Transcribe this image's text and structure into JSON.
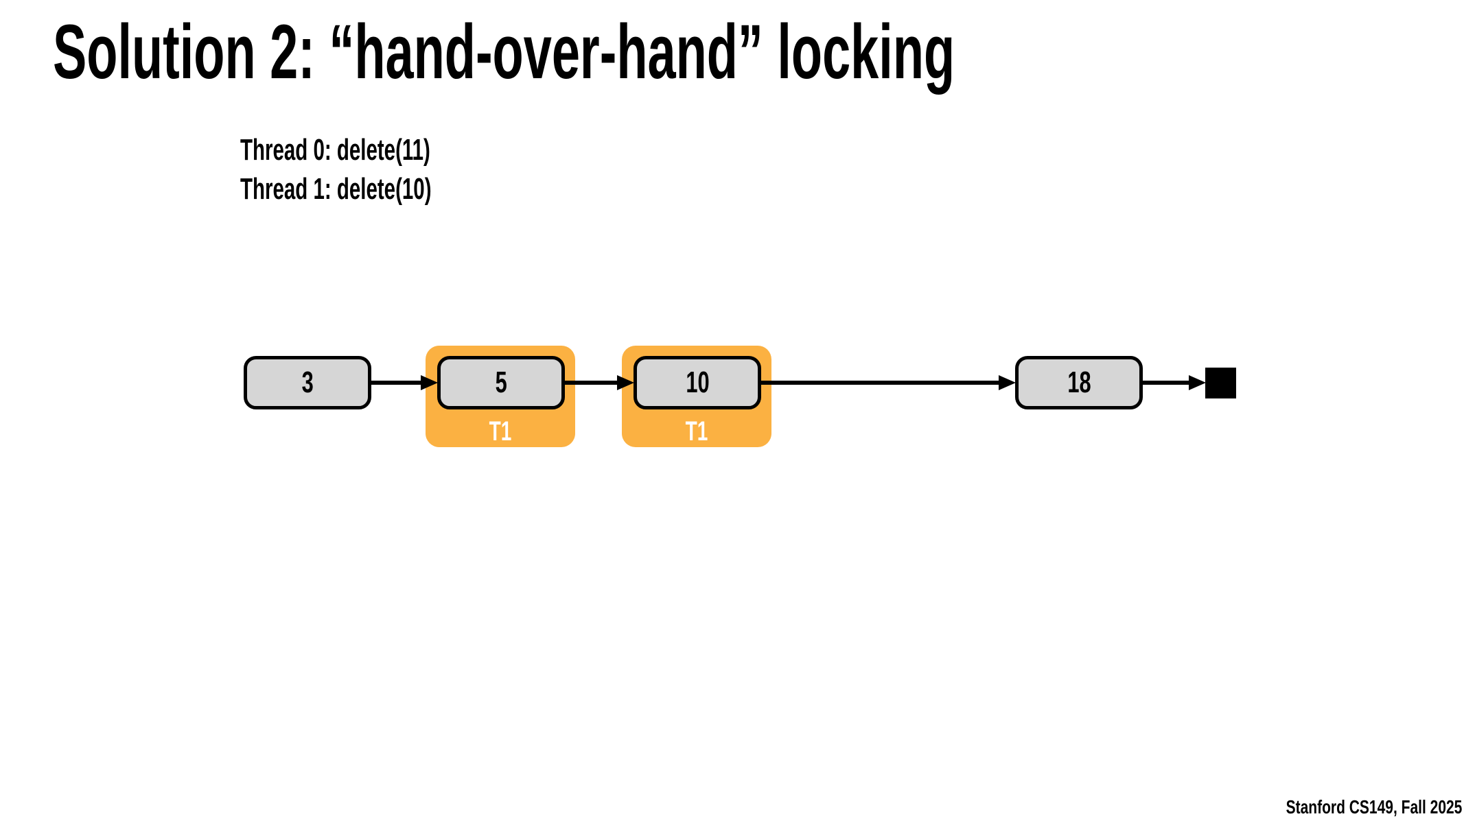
{
  "slide": {
    "title": "Solution 2: “hand-over-hand” locking",
    "footer": "Stanford CS149, Fall 2025"
  },
  "thread_ops": {
    "lines": [
      "Thread 0: delete(11)",
      "Thread 1: delete(10)"
    ]
  },
  "diagram": {
    "type": "singly-linked-list",
    "nodes": [
      {
        "value": "3",
        "locked_by": ""
      },
      {
        "value": "5",
        "locked_by": "T1"
      },
      {
        "value": "10",
        "locked_by": "T1"
      },
      {
        "value": "18",
        "locked_by": ""
      }
    ],
    "terminator": "null",
    "colors": {
      "lock_highlight": "#FBB142",
      "node_fill": "#D6D6D6",
      "node_border": "#000000",
      "lock_label_text": "#FFFFFF",
      "arrow": "#000000"
    }
  }
}
